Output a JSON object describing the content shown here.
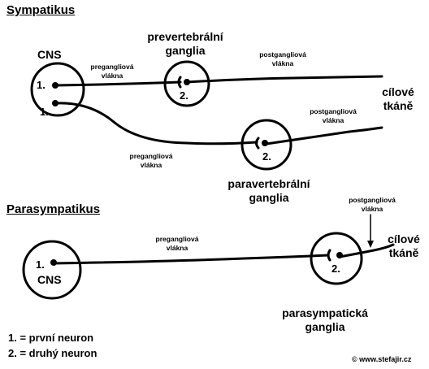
{
  "sections": {
    "sympatikus": "Sympatikus",
    "parasympatikus": "Parasympatikus"
  },
  "labels": {
    "cns": "CNS",
    "prevertebral_ganglia": [
      "prevertebrální",
      "ganglia"
    ],
    "paravertebral_ganglia": [
      "paravertebrální",
      "ganglia"
    ],
    "parasympathetic_ganglia": [
      "parasympatická",
      "ganglia"
    ],
    "target_tissues": [
      "cílové",
      "tkáně"
    ],
    "preganglionic_fibers": [
      "pregangliová",
      "vlákna"
    ],
    "postganglionic_fibers": [
      "postgangliová",
      "vlákna"
    ],
    "first": "1.",
    "second": "2."
  },
  "legend": [
    "1. = první neuron",
    "2. = druhý neuron"
  ],
  "copyright": "© www.stefajir.cz"
}
